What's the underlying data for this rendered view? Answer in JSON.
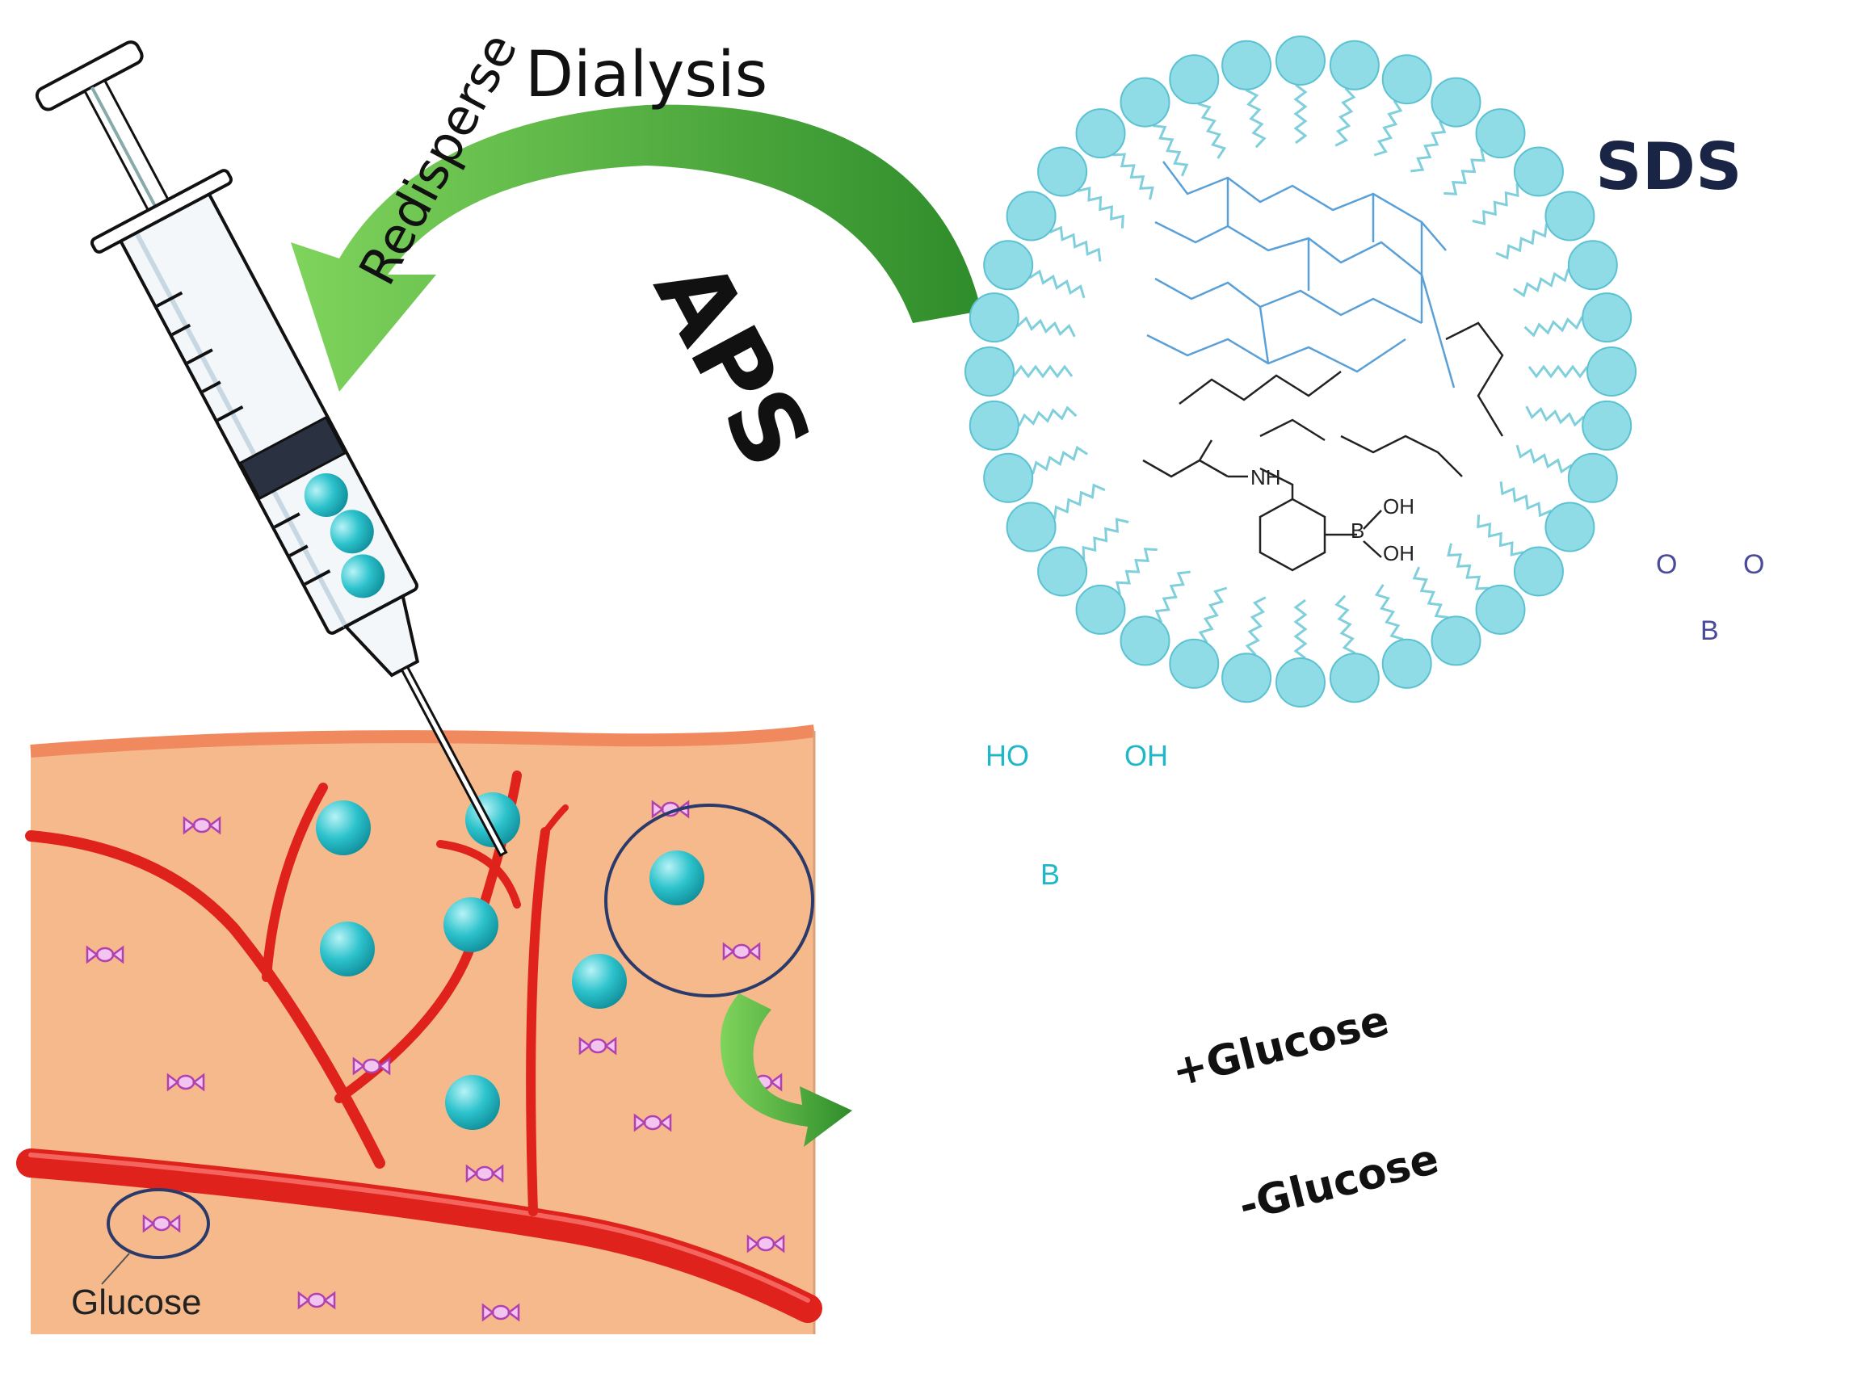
{
  "labels": {
    "dialysis": "Dialysis",
    "redisperse": "Redisperse",
    "aps": "APS",
    "sds": "SDS",
    "glucose": "Glucose",
    "plus_glucose": "+Glucose",
    "minus_glucose": "-Glucose"
  },
  "chem": {
    "nh": "NH",
    "oh": "OH",
    "ho": "HO",
    "b": "B",
    "o": "O"
  },
  "colors": {
    "arrow_green": "#4caf3f",
    "micelle_head": "#8fdbe6",
    "tissue": "#f6b98b",
    "vessel": "#e0221c",
    "nanoparticle_cyan": "#1aa9b8",
    "nanoparticle_blue": "#3a3d9c",
    "equilibrium_arrow": "#22c4dc",
    "candy": "#cc55cc"
  }
}
